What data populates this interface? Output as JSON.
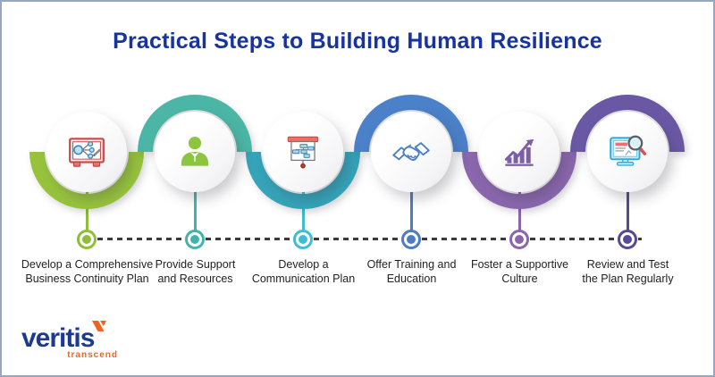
{
  "page": {
    "border_color": "#97a6c2",
    "background": "#ffffff"
  },
  "title": {
    "text": "Practical Steps to Building Human Resilience",
    "color": "#17339e"
  },
  "steps": [
    {
      "label": [
        "Develop a Comprehensive",
        "Business Continuity Plan"
      ],
      "icon": "strategy-board-icon",
      "ring_color": "#97c33c",
      "dot_color": "#8fbe3a",
      "ring_position": "bottom"
    },
    {
      "label": [
        "Provide Support",
        "and Resources"
      ],
      "icon": "businessman-icon",
      "ring_color": "#4cb6a6",
      "dot_color": "#43b4ac",
      "ring_position": "top"
    },
    {
      "label": [
        "Develop a",
        "Communication Plan"
      ],
      "icon": "flowchart-presentation-icon",
      "ring_color": "#35a3b8",
      "dot_color": "#3fbdd5",
      "ring_position": "bottom"
    },
    {
      "label": [
        "Offer Training and",
        "Education"
      ],
      "icon": "handshake-icon",
      "ring_color": "#4b81c8",
      "dot_color": "#4a7dc4",
      "ring_position": "top"
    },
    {
      "label": [
        "Foster a Supportive",
        "Culture"
      ],
      "icon": "growth-chart-icon",
      "ring_color": "#8a67ad",
      "dot_color": "#8a67ad",
      "ring_position": "bottom"
    },
    {
      "label": [
        "Review and Test",
        "the Plan Regularly"
      ],
      "icon": "review-monitor-icon",
      "ring_color": "#6a58a5",
      "dot_color": "#564a94",
      "ring_position": "top"
    }
  ],
  "timeline": {
    "dash_color": "#3b3b3b"
  },
  "logo": {
    "wordmark": "veritis",
    "tagline": "transcend",
    "wordmark_color": "#1d3a91",
    "accent_color": "#f26322"
  }
}
